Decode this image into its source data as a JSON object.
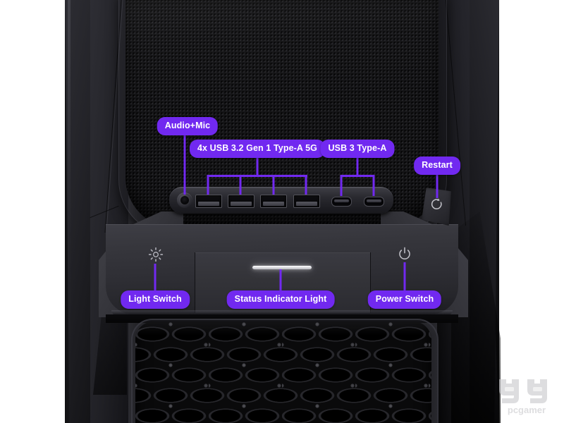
{
  "image": {
    "subject": "PC case front I/O panel annotated diagram",
    "background_color": "#ffffff",
    "accent_color": "#7129f0",
    "label_text_color": "#ffffff"
  },
  "annotations": [
    {
      "id": "audio-mic",
      "label": "Audio+Mic",
      "target": "3.5mm combo audio jack"
    },
    {
      "id": "usb-a-group",
      "label": "4x USB 3.2 Gen 1 Type-A 5G",
      "target": "four USB Type-A ports"
    },
    {
      "id": "usb3-type-a",
      "label": "USB 3 Type-A",
      "target": "two USB Type-C ports"
    },
    {
      "id": "restart",
      "label": "Restart",
      "target": "restart button"
    },
    {
      "id": "light-switch",
      "label": "Light Switch",
      "target": "brightness / RGB light button"
    },
    {
      "id": "status-indicator",
      "label": "Status Indicator Light",
      "target": "white LED status bar"
    },
    {
      "id": "power-switch",
      "label": "Power Switch",
      "target": "power button"
    }
  ],
  "ports": {
    "audio_jack_count": 1,
    "usb_a_count": 4,
    "usb_c_count": 2
  },
  "controls": {
    "light_switch_icon": "brightness-sun-icon",
    "power_switch_icon": "power-icon",
    "restart_icon": "restart-circular-arrow-icon",
    "status_led": "white-bar-led"
  },
  "watermark": {
    "brand": "pcgamer",
    "mark": "gg-owl-logo",
    "color": "#c9c9cc"
  }
}
